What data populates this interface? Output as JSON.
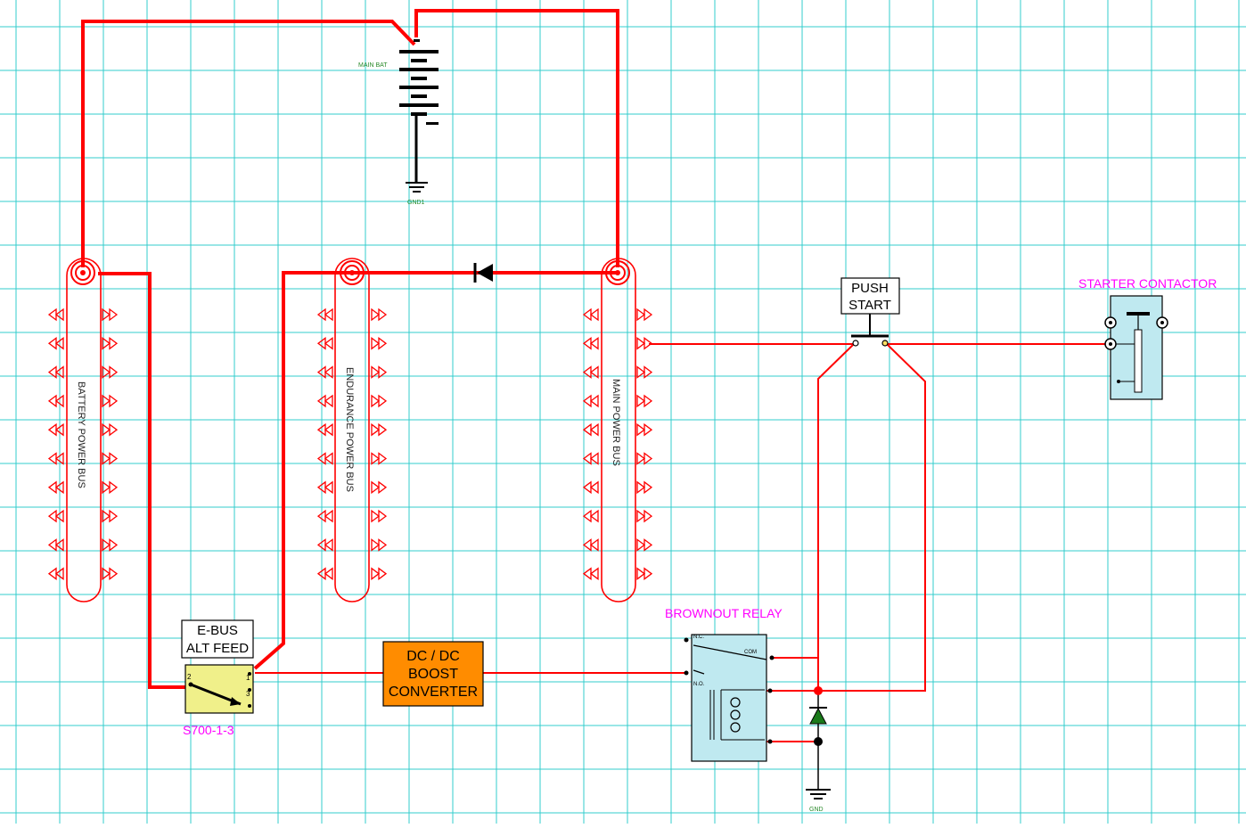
{
  "colors": {
    "grid": "#33cccc",
    "wire": "#ff0000",
    "component_label": "#ff00ff",
    "converter_fill": "#ff8c00",
    "switch_fill": "#f0f08a",
    "relay_fill": "#bfe9f0",
    "pin_label": "#2a8a2a"
  },
  "battery": {
    "label": "MAIN BAT",
    "ground_label": "GND1"
  },
  "buses": {
    "battery": "BATTERY POWER BUS",
    "endurance": "ENDURANCE POWER BUS",
    "main": "MAIN POWER BUS"
  },
  "push_start": {
    "line1": "PUSH",
    "line2": "START"
  },
  "starter_contactor": {
    "label": "STARTER CONTACTOR"
  },
  "ebus_alt_feed": {
    "line1": "E-BUS",
    "line2": "ALT FEED",
    "part": "S700-1-3"
  },
  "converter": {
    "line1": "DC / DC",
    "line2": "BOOST",
    "line3": "CONVERTER"
  },
  "brownout_relay": {
    "label": "BROWNOUT RELAY",
    "nc": "N.C.",
    "no": "N.O.",
    "com": "COM",
    "ground_label": "GND"
  },
  "icons": [
    "battery-icon",
    "ground-icon",
    "diode-icon",
    "push-switch-icon",
    "contactor-icon",
    "toggle-switch-icon",
    "relay-coil-icon"
  ]
}
